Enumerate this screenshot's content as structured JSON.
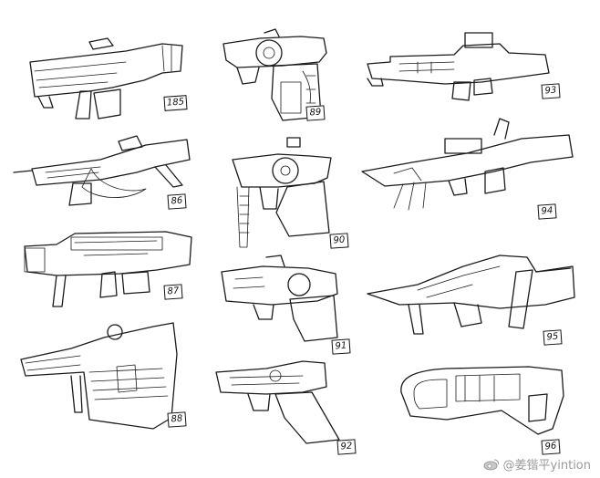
{
  "sketches": [
    {
      "id": "85",
      "label": "185"
    },
    {
      "id": "89",
      "label": "89"
    },
    {
      "id": "93",
      "label": "93"
    },
    {
      "id": "86",
      "label": "86"
    },
    {
      "id": "90",
      "label": "90"
    },
    {
      "id": "94",
      "label": "94"
    },
    {
      "id": "87",
      "label": "87"
    },
    {
      "id": "91",
      "label": "91"
    },
    {
      "id": "95",
      "label": "95"
    },
    {
      "id": "88",
      "label": "88"
    },
    {
      "id": "92",
      "label": "92"
    },
    {
      "id": "96",
      "label": "96"
    }
  ],
  "watermark": {
    "text": "@姜锴平yintion",
    "icon": "weibo-logo-icon",
    "color": "#9a9a9a"
  }
}
